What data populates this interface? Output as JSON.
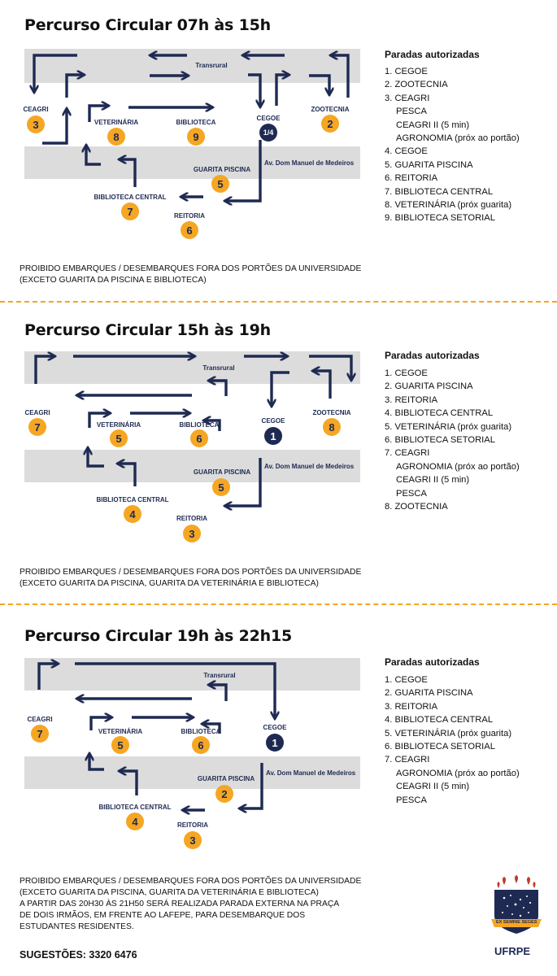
{
  "routes": [
    {
      "title": "Percurso Circular 07h às 15h",
      "stops_title": "Paradas autorizadas",
      "stops": [
        "1. CEGOE",
        "2. ZOOTECNIA",
        "3. CEAGRI",
        "PESCA",
        "CEAGRI II (5 min)",
        "AGRONOMIA (próx ao portão)",
        "4. CEGOE",
        "5. GUARITA PISCINA",
        "6. REITORIA",
        "7. BIBLIOTECA CENTRAL",
        "8. VETERINÁRIA (próx guarita)",
        "9. BIBLIOTECA SETORIAL"
      ],
      "note": [
        "PROIBIDO EMBARQUES / DESEMBARQUES FORA DOS PORTÕES DA UNIVERSIDADE",
        "(EXCETO GUARITA DA PISCINA E BIBLIOTECA)"
      ],
      "map": {
        "transrural": "Transrural",
        "avenue": "Av. Dom Manuel de Medeiros",
        "ceagri": {
          "label": "CEAGRI",
          "num": "3"
        },
        "veterinaria": {
          "label": "VETERINÁRIA",
          "num": "8"
        },
        "biblioteca": {
          "label": "BIBLIOTECA",
          "num": "9"
        },
        "cegoe": {
          "label": "CEGOE",
          "num": "1/4"
        },
        "zootecnia": {
          "label": "ZOOTECNIA",
          "num": "2"
        },
        "guarita": {
          "label": "GUARITA PISCINA",
          "num": "5"
        },
        "biblioteca_central": {
          "label": "BIBLIOTECA CENTRAL",
          "num": "7"
        },
        "reitoria": {
          "label": "REITORIA",
          "num": "6"
        }
      }
    },
    {
      "title": "Percurso Circular 15h às 19h",
      "stops_title": "Paradas autorizadas",
      "stops": [
        "1. CEGOE",
        "2. GUARITA PISCINA",
        "3. REITORIA",
        "4. BIBLIOTECA CENTRAL",
        "5. VETERINÁRIA (próx guarita)",
        "6. BIBLIOTECA SETORIAL",
        "7. CEAGRI",
        "AGRONOMIA (próx ao portão)",
        "CEAGRI II (5 min)",
        "PESCA",
        "8. ZOOTECNIA"
      ],
      "note": [
        "PROIBIDO EMBARQUES / DESEMBARQUES FORA DOS PORTÕES DA UNIVERSIDADE",
        "(EXCETO GUARITA DA PISCINA, GUARITA DA VETERINÁRIA E BIBLIOTECA)"
      ],
      "map": {
        "transrural": "Transrural",
        "avenue": "Av. Dom Manuel de Medeiros",
        "ceagri": {
          "label": "CEAGRI",
          "num": "7"
        },
        "veterinaria": {
          "label": "VETERINÁRIA",
          "num": "5"
        },
        "biblioteca": {
          "label": "BIBLIOTECA",
          "num": "6"
        },
        "cegoe": {
          "label": "CEGOE",
          "num": "1"
        },
        "zootecnia": {
          "label": "ZOOTECNIA",
          "num": "8"
        },
        "guarita": {
          "label": "GUARITA PISCINA",
          "num": "5"
        },
        "biblioteca_central": {
          "label": "BIBLIOTECA CENTRAL",
          "num": "4"
        },
        "reitoria": {
          "label": "REITORIA",
          "num": "3"
        }
      }
    },
    {
      "title": "Percurso Circular 19h às 22h15",
      "stops_title": "Paradas autorizadas",
      "stops": [
        "1. CEGOE",
        "2. GUARITA PISCINA",
        "3. REITORIA",
        "4. BIBLIOTECA CENTRAL",
        "5. VETERINÁRIA (próx guarita)",
        "6. BIBLIOTECA SETORIAL",
        "7. CEAGRI",
        "AGRONOMIA (próx ao portão)",
        "CEAGRI II (5 min)",
        "PESCA"
      ],
      "note": [
        "PROIBIDO EMBARQUES / DESEMBARQUES FORA DOS PORTÕES DA UNIVERSIDADE",
        "(EXCETO GUARITA DA PISCINA, GUARITA DA VETERINÁRIA E BIBLIOTECA)",
        "A PARTIR DAS 20H30 ÀS 21H50 SERÁ REALIZADA PARADA EXTERNA NA PRAÇA",
        "DE DOIS IRMÃOS, EM FRENTE AO LAFEPE, PARA DESEMBARQUE DOS",
        "ESTUDANTES RESIDENTES."
      ],
      "map": {
        "transrural": "Transrural",
        "avenue": "Av. Dom Manuel de Medeiros",
        "ceagri": {
          "label": "CEAGRI",
          "num": "7"
        },
        "veterinaria": {
          "label": "VETERINÁRIA",
          "num": "5"
        },
        "biblioteca": {
          "label": "BIBLIOTECA",
          "num": "6"
        },
        "cegoe": {
          "label": "CEGOE",
          "num": "1"
        },
        "guarita": {
          "label": "GUARITA PISCINA",
          "num": "2"
        },
        "biblioteca_central": {
          "label": "BIBLIOTECA CENTRAL",
          "num": "4"
        },
        "reitoria": {
          "label": "REITORIA",
          "num": "3"
        }
      }
    }
  ],
  "suggestions": "SUGESTÕES: 3320 6476",
  "logo": {
    "motto": "EX SEMINE SEGES",
    "name": "UFRPE"
  },
  "colors": {
    "navy": "#1e2a52",
    "accent": "#f5a623",
    "road": "#dcdcdc"
  },
  "icons": [
    "arrow-icon",
    "ufrpe-crest-icon"
  ]
}
